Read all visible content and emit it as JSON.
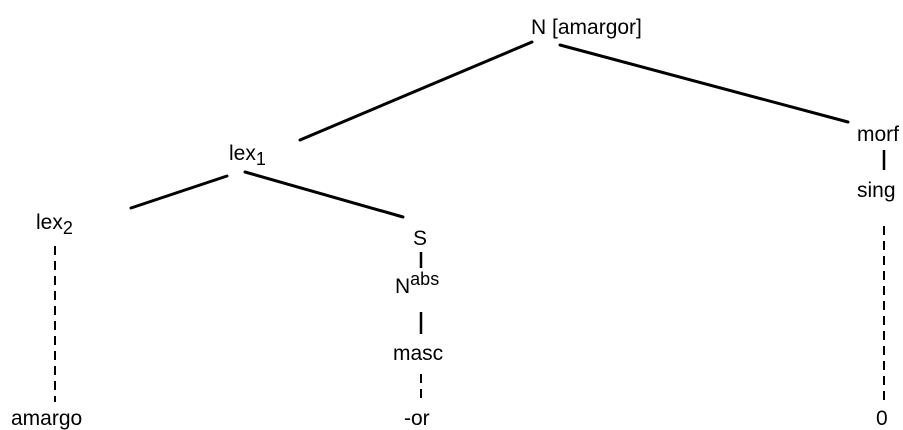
{
  "tree": {
    "root": {
      "head": "N",
      "feature": "[amargor]"
    },
    "lex1": {
      "base": "lex",
      "index": "1"
    },
    "lex2": {
      "base": "lex",
      "index": "2"
    },
    "s": "S",
    "nabs": {
      "base": "N",
      "sup": "abs"
    },
    "masc": "masc",
    "morf": "morf",
    "sing": "sing",
    "leaves": {
      "amargo": "amargo",
      "or": "-or",
      "zero": "0"
    }
  }
}
